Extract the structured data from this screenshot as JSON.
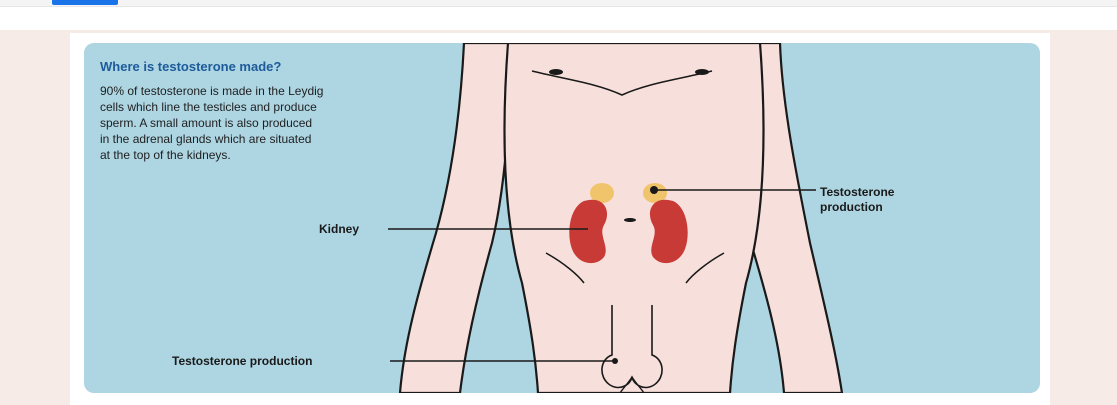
{
  "figure": {
    "title": "Where is testosterone made?",
    "description": "90% of testosterone is made in the Leydig\ncells which line the testicles and produce\nsperm. A small amount is also produced\nin the adrenal glands which are situated\nat the top of the kidneys.",
    "labels": {
      "kidney": "Kidney",
      "adrenal_production": "Testosterone\nproduction",
      "testes_production": "Testosterone production"
    }
  },
  "colors": {
    "page_background": "#f7ebe8",
    "figure_background": "#add5e2",
    "skin": "#f7dfdb",
    "kidney": "#c83a36",
    "adrenal": "#f0c46a",
    "title": "#1e5b9a",
    "tab_accent": "#1a73e8"
  }
}
